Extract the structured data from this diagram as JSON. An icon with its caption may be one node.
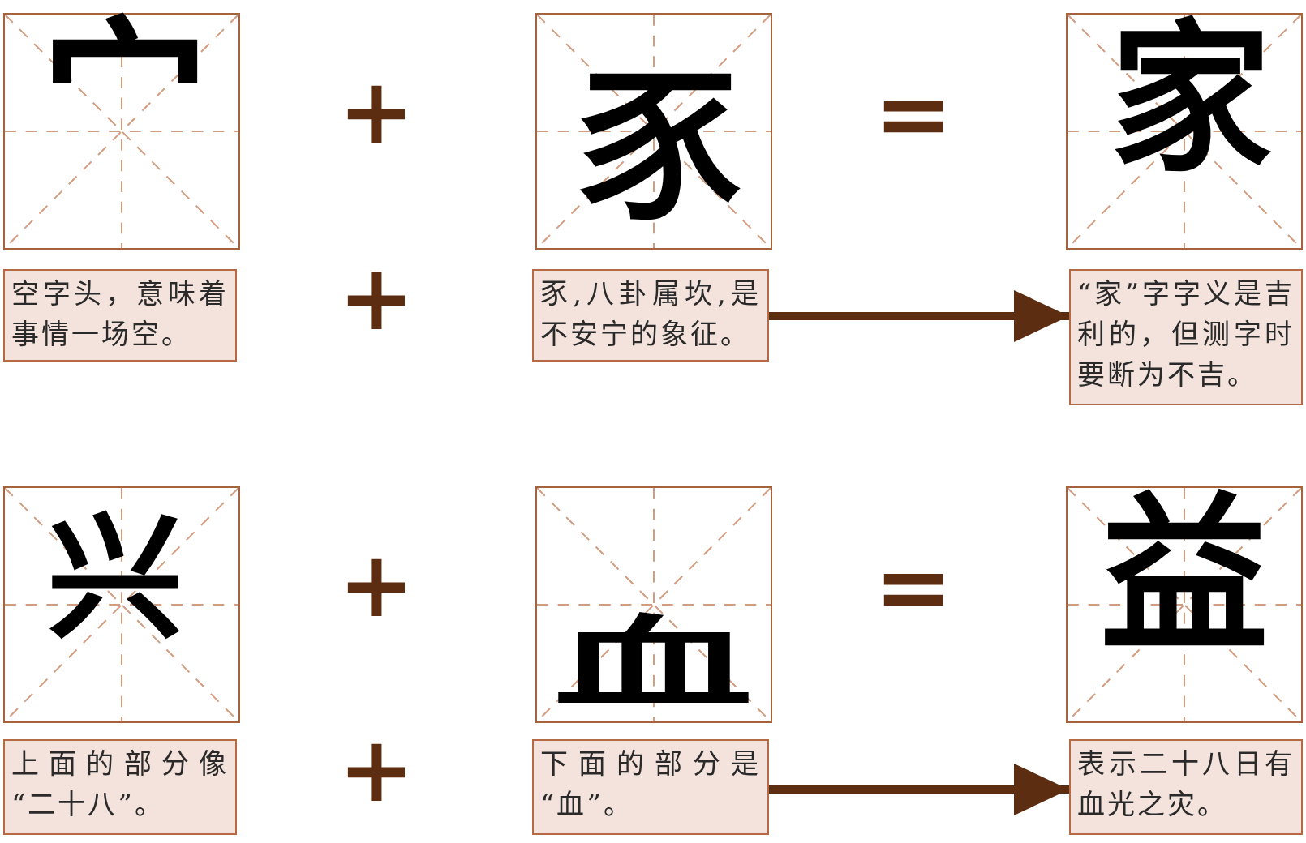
{
  "diagram": {
    "nodes": [
      {
        "text": [
          "宀"
        ]
      },
      {
        "text": [
          "豕"
        ]
      },
      {
        "text": [
          "家"
        ]
      },
      {
        "text": [
          "空字头，意味着事情一场空。"
        ]
      },
      {
        "text": [
          "豕,八卦属坎,是不安宁的象征。"
        ]
      },
      {
        "text": [
          "“家”字字义是吉利的，但测字时要断为不吉。"
        ]
      },
      {
        "text": [
          "兴"
        ]
      },
      {
        "text": [
          "血"
        ]
      },
      {
        "text": [
          "益"
        ]
      },
      {
        "text": [
          "上面的部分像“二十八”。"
        ]
      },
      {
        "text": [
          "下面的部分是“血”。"
        ]
      },
      {
        "text": [
          "表示二十八日有血光之灾。"
        ]
      }
    ],
    "edges": [
      {
        "from": 4,
        "to": 5,
        "arrow": "to"
      },
      {
        "from": 10,
        "to": 11,
        "arrow": "to"
      }
    ],
    "labels": [
      "+",
      "=",
      "+",
      "+",
      "=",
      "+"
    ]
  }
}
